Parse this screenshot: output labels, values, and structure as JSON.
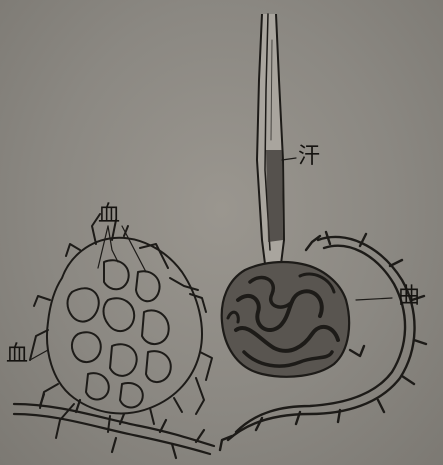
{
  "labels": {
    "duct": "汗",
    "capillary_top": "血",
    "capillary_left": "血",
    "coil": "曲"
  },
  "colors": {
    "paper": "#8d8a84",
    "ink": "#1d1b18"
  }
}
